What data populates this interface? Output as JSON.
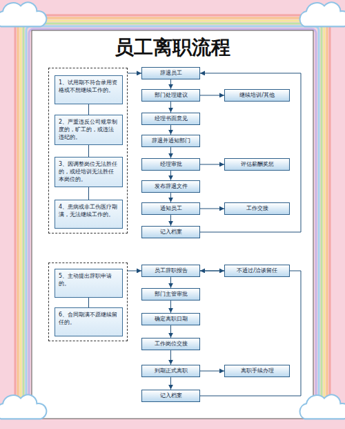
{
  "diagram": {
    "title": "员工离职流程",
    "nodes": [
      {
        "text": []
      },
      {
        "text": [
          "1、试用期不符合录用资格或不想继续工作的。"
        ],
        "in": 0
      },
      {
        "text": [
          "2、严重违反公司规章制度的，旷工的，或违法违纪的。"
        ],
        "in": 0
      },
      {
        "text": [
          "3、因调整岗位无法胜任的，或经培训无法胜任本岗位的。"
        ],
        "in": 0
      },
      {
        "text": [
          "4、患病或非工伤医疗期满，无法继续工作的。"
        ],
        "in": 0
      },
      {
        "text": [
          "辞退员工"
        ]
      },
      {
        "text": [
          "部门处理建议"
        ]
      },
      {
        "text": [
          "继续培训/其他"
        ]
      },
      {
        "text": [
          "经理书面意见"
        ]
      },
      {
        "text": [
          "辞退并通知部门"
        ]
      },
      {
        "text": [
          "经理审批"
        ]
      },
      {
        "text": [
          "评估薪酬奖惩"
        ]
      },
      {
        "text": [
          "发布辞退文件"
        ]
      },
      {
        "text": [
          "通知员工"
        ]
      },
      {
        "text": [
          "工作交接"
        ]
      },
      {
        "text": [
          "记入档案"
        ]
      },
      {
        "text": []
      },
      {
        "text": [
          "5、主动提出辞职申请的。"
        ],
        "in": 16
      },
      {
        "text": [
          "6、合同期满不愿继续留任的。"
        ],
        "in": 16
      },
      {
        "text": [
          "员工辞职报告"
        ]
      },
      {
        "text": [
          "不通过/洽谈留任"
        ]
      },
      {
        "text": [
          "部门主管审批"
        ]
      },
      {
        "text": [
          "确定离职日期"
        ]
      },
      {
        "text": [
          "工作岗位交接"
        ]
      },
      {
        "text": [
          "到期正式离职"
        ]
      },
      {
        "text": [
          "离职手续办理"
        ]
      },
      {
        "text": [
          "记入档案"
        ]
      }
    ],
    "edges": [
      {
        "from": 1,
        "to": 2,
        "arrow": "none"
      },
      {
        "from": 2,
        "to": 3,
        "arrow": "none"
      },
      {
        "from": 3,
        "to": 4,
        "arrow": "none"
      },
      {
        "from": 0,
        "to": 5,
        "arrow": "to"
      },
      {
        "from": 5,
        "to": 6,
        "arrow": "to"
      },
      {
        "from": 6,
        "to": 7,
        "arrow": "to"
      },
      {
        "from": 6,
        "to": 8,
        "arrow": "to"
      },
      {
        "from": 8,
        "to": 9,
        "arrow": "to"
      },
      {
        "from": 9,
        "to": 10,
        "arrow": "to"
      },
      {
        "from": 10,
        "to": 11,
        "arrow": "to"
      },
      {
        "from": 10,
        "to": 12,
        "arrow": "to"
      },
      {
        "from": 12,
        "to": 13,
        "arrow": "to"
      },
      {
        "from": 13,
        "to": 14,
        "arrow": "to"
      },
      {
        "from": 13,
        "to": 15,
        "arrow": "to"
      },
      {
        "from": 15,
        "to": 5,
        "arrow": "to"
      },
      {
        "from": 17,
        "to": 18,
        "arrow": "none"
      },
      {
        "from": 16,
        "to": 19,
        "arrow": "to"
      },
      {
        "from": 19,
        "to": 20,
        "arrow": "to"
      },
      {
        "from": 19,
        "to": 21,
        "arrow": "to"
      },
      {
        "from": 21,
        "to": 22,
        "arrow": "to"
      },
      {
        "from": 22,
        "to": 23,
        "arrow": "to"
      },
      {
        "from": 23,
        "to": 24,
        "arrow": "to"
      },
      {
        "from": 24,
        "to": 25,
        "arrow": "to"
      },
      {
        "from": 24,
        "to": 26,
        "arrow": "to"
      },
      {
        "from": 26,
        "to": 19,
        "arrow": "to"
      }
    ]
  }
}
